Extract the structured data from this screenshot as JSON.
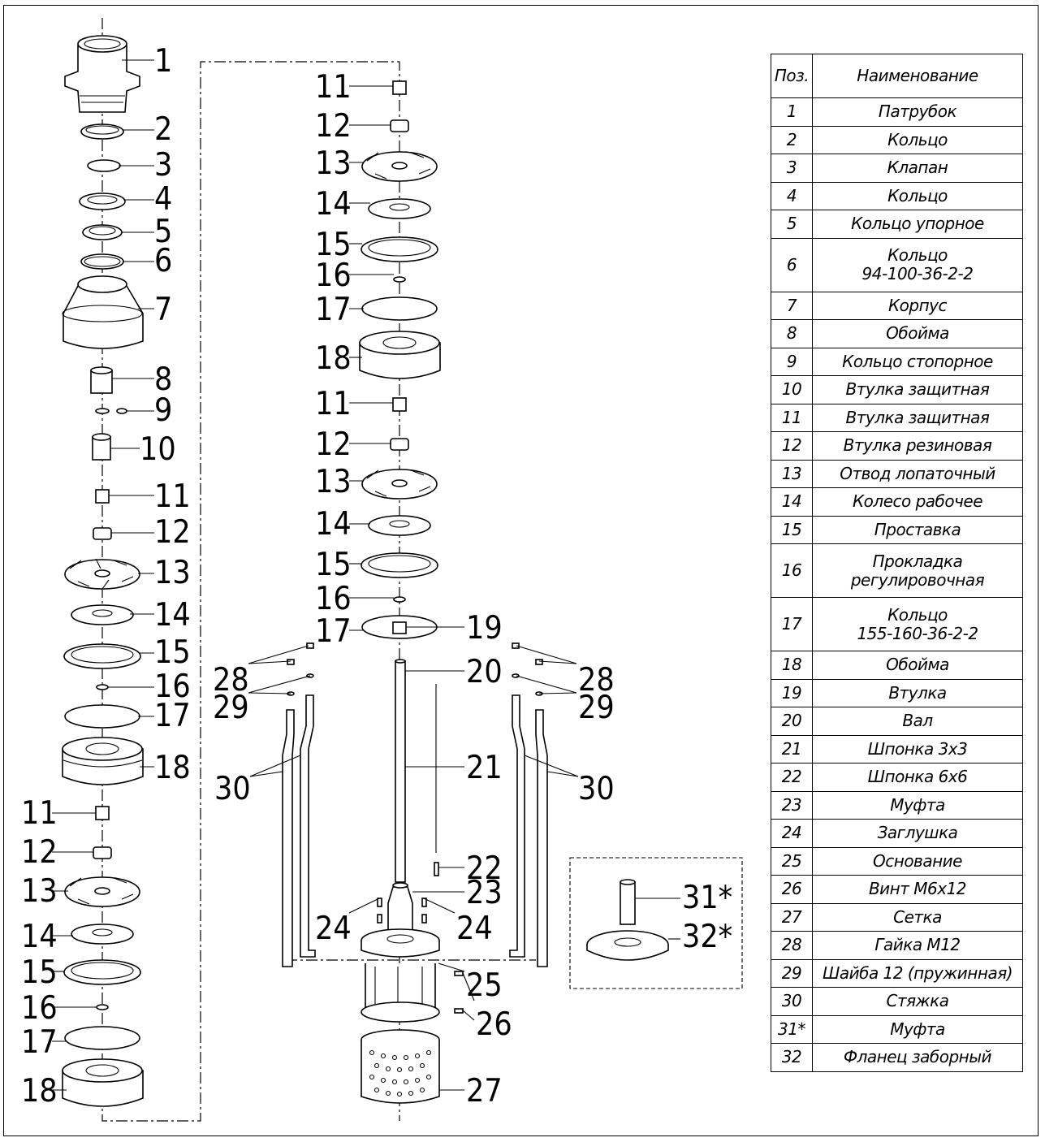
{
  "callouts": {
    "left": [
      "1",
      "2",
      "3",
      "4",
      "5",
      "6",
      "7",
      "8",
      "9",
      "10",
      "11",
      "12",
      "13",
      "14",
      "15",
      "16",
      "17",
      "18",
      "11",
      "12",
      "13",
      "14",
      "15",
      "16",
      "17",
      "18"
    ],
    "center": [
      "11",
      "12",
      "13",
      "14",
      "15",
      "16",
      "17",
      "18",
      "11",
      "12",
      "13",
      "14",
      "15",
      "16",
      "17",
      "19",
      "20",
      "21",
      "22",
      "23",
      "24",
      "24",
      "25",
      "26",
      "27"
    ],
    "rods_left": [
      "28",
      "29",
      "30"
    ],
    "rods_right": [
      "28",
      "29",
      "30"
    ],
    "inset": [
      "31*",
      "32*"
    ]
  },
  "table": {
    "header": {
      "pos": "Поз.",
      "name": "Наименование"
    },
    "rows": [
      {
        "pos": "1",
        "name": "Патрубок"
      },
      {
        "pos": "2",
        "name": "Кольцо"
      },
      {
        "pos": "3",
        "name": "Клапан"
      },
      {
        "pos": "4",
        "name": "Кольцо"
      },
      {
        "pos": "5",
        "name": "Кольцо упорное"
      },
      {
        "pos": "6",
        "name": "Кольцо",
        "name2": "94-100-36-2-2"
      },
      {
        "pos": "7",
        "name": "Корпус"
      },
      {
        "pos": "8",
        "name": "Обойма"
      },
      {
        "pos": "9",
        "name": "Кольцо стопорное"
      },
      {
        "pos": "10",
        "name": "Втулка защитная"
      },
      {
        "pos": "11",
        "name": "Втулка защитная"
      },
      {
        "pos": "12",
        "name": "Втулка резиновая"
      },
      {
        "pos": "13",
        "name": "Отвод лопаточный"
      },
      {
        "pos": "14",
        "name": "Колесо рабочее"
      },
      {
        "pos": "15",
        "name": "Проставка"
      },
      {
        "pos": "16",
        "name": "Прокладка",
        "name2": "регулировочная"
      },
      {
        "pos": "17",
        "name": "Кольцо",
        "name2": "155-160-36-2-2"
      },
      {
        "pos": "18",
        "name": "Обойма"
      },
      {
        "pos": "19",
        "name": "Втулка"
      },
      {
        "pos": "20",
        "name": "Вал"
      },
      {
        "pos": "21",
        "name": "Шпонка 3х3"
      },
      {
        "pos": "22",
        "name": "Шпонка 6х6"
      },
      {
        "pos": "23",
        "name": "Муфта"
      },
      {
        "pos": "24",
        "name": "Заглушка"
      },
      {
        "pos": "25",
        "name": "Основание"
      },
      {
        "pos": "26",
        "name": "Винт М6х12"
      },
      {
        "pos": "27",
        "name": "Сетка"
      },
      {
        "pos": "28",
        "name": "Гайка М12"
      },
      {
        "pos": "29",
        "name": "Шайба 12 (пружинная)"
      },
      {
        "pos": "30",
        "name": "Стяжка"
      },
      {
        "pos": "31*",
        "name": "Муфта"
      },
      {
        "pos": "32",
        "name": "Фланец заборный"
      }
    ]
  }
}
